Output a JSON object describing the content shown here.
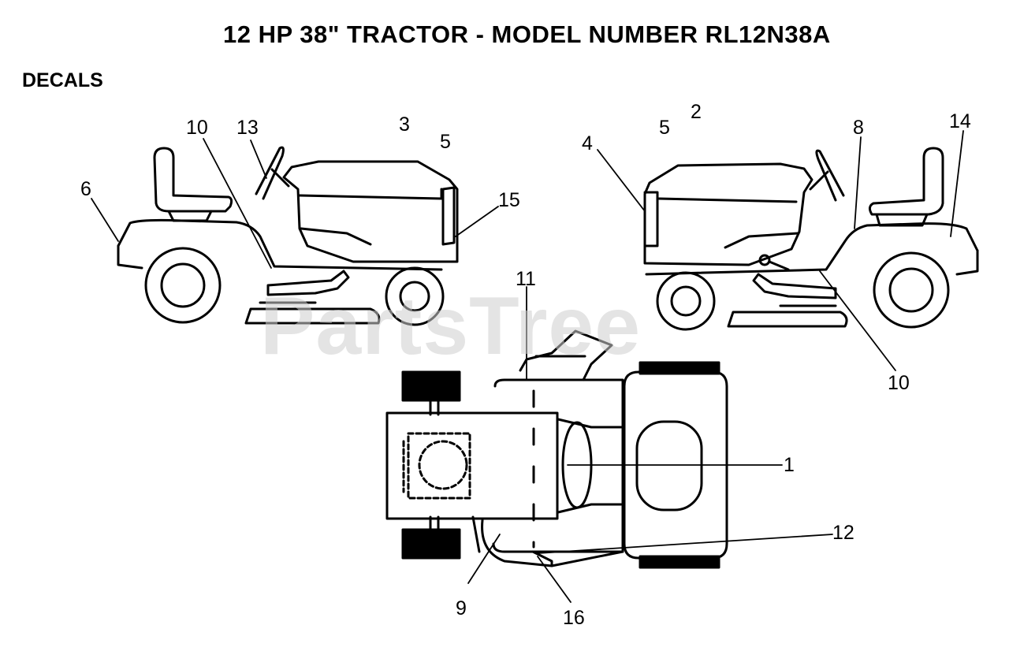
{
  "title": "12 HP 38\" TRACTOR - MODEL NUMBER RL12N38A",
  "section": "DECALS",
  "watermark": "PartsTree",
  "callouts": [
    "1",
    "2",
    "3",
    "4",
    "5",
    "5",
    "6",
    "8",
    "9",
    "10",
    "10",
    "11",
    "12",
    "13",
    "14",
    "15",
    "16"
  ]
}
